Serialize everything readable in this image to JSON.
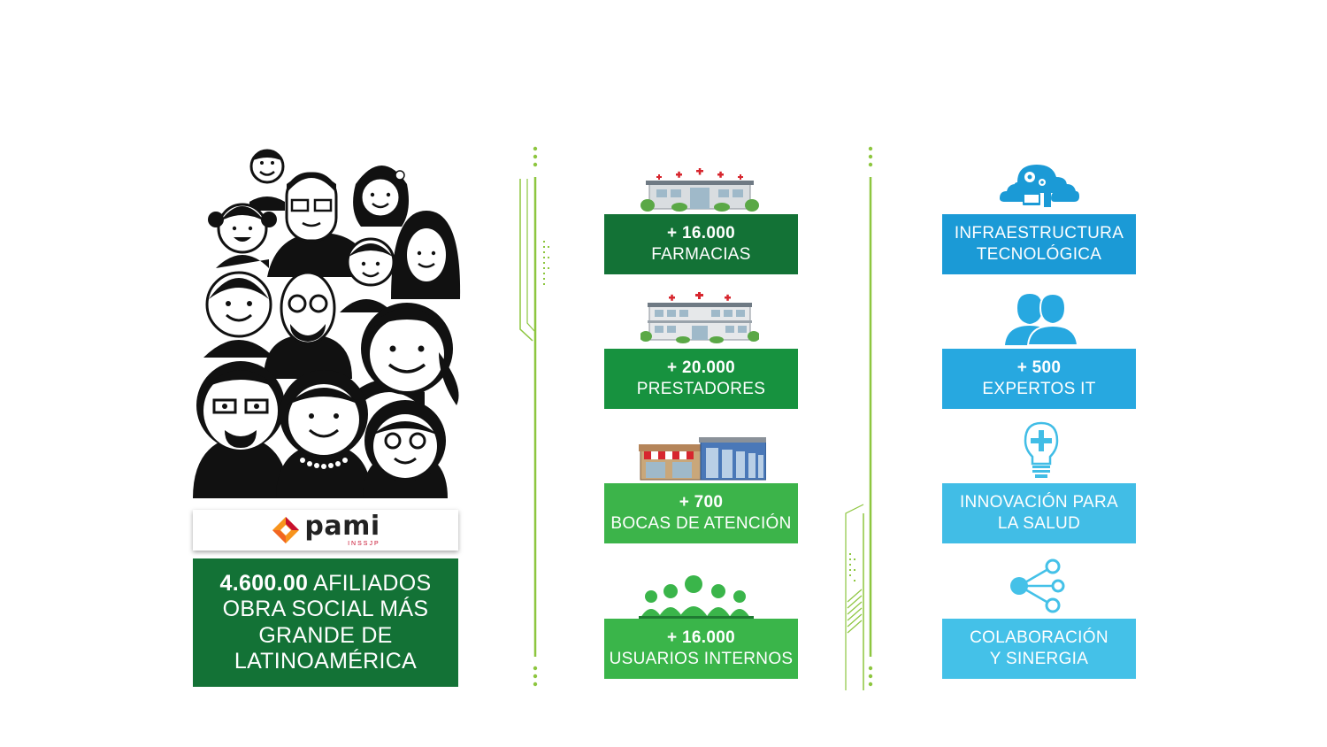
{
  "brand": {
    "logo_word": "pami",
    "logo_sub": "INSSJP",
    "colors": {
      "orange": "#f7941d",
      "red": "#c8102e",
      "dark_green": "#137236",
      "light_green": "#8dc63f",
      "blue": "#1b9ad6"
    }
  },
  "main_stat": {
    "number": "4.600.00",
    "line1_rest": " AFILIADOS",
    "line2": "OBRA SOCIAL MÁS",
    "line3": "GRANDE DE",
    "line4": "LATINOAMÉRICA"
  },
  "green_column": [
    {
      "icon": "pharmacy-building-icon",
      "number": "+ 16.000",
      "label": "FARMACIAS",
      "color": "#137236"
    },
    {
      "icon": "hospital-building-icon",
      "number": "+ 20.000",
      "label": "PRESTADORES",
      "color": "#17923f"
    },
    {
      "icon": "storefront-icon",
      "number": "+ 700",
      "label": "BOCAS DE ATENCIÓN",
      "color": "#3cb44a"
    },
    {
      "icon": "staff-group-icon",
      "number": "+ 16.000",
      "label": "USUARIOS INTERNOS",
      "color": "#3ab54a"
    }
  ],
  "blue_column": [
    {
      "icon": "cloud-network-icon",
      "line1": "INFRAESTRUCTURA",
      "line2": "TECNOLÓGICA",
      "color": "#1b9ad6"
    },
    {
      "icon": "users-icon",
      "line1": "+ 500",
      "line2": "EXPERTOS IT",
      "color": "#27a8e0"
    },
    {
      "icon": "lightbulb-cross-icon",
      "line1": "INNOVACIÓN PARA",
      "line2": "LA SALUD",
      "color": "#41bde6"
    },
    {
      "icon": "share-network-icon",
      "line1": "COLABORACIÓN",
      "line2": "Y SINERGIA",
      "color": "#44c1e8"
    }
  ]
}
